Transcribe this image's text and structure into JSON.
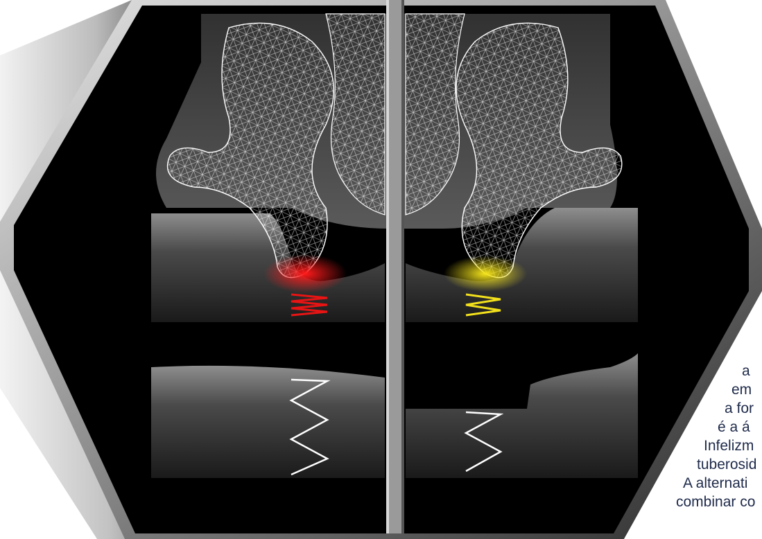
{
  "figure": {
    "springs": {
      "left_cushion_color": "#e81414",
      "right_cushion_color": "#f2e01c",
      "mesh_color": "#ffffff"
    },
    "background_color": "#000000"
  },
  "caption_lines": [
    "a",
    "em",
    "a for",
    "é a á",
    "Infelizm",
    "tuberosid",
    "A alternati",
    "combinar co"
  ]
}
